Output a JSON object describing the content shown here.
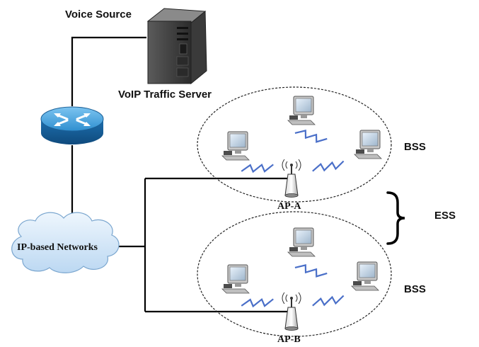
{
  "labels": {
    "voice_source": "Voice Source",
    "server": "VoIP Traffic Server",
    "network": "IP-based Networks",
    "ap_a": "AP-A",
    "ap_b": "AP-B",
    "bss_top": "BSS",
    "bss_bottom": "BSS",
    "ess": "ESS"
  },
  "colors": {
    "router": "#2f8fd0",
    "cloud": "#cfe4f6",
    "wireless": "#4a6fc8",
    "lines": "#000000"
  },
  "icons": [
    "server-icon",
    "router-icon",
    "cloud-icon",
    "access-point-icon",
    "computer-icon",
    "wireless-signal-icon",
    "brace-icon"
  ]
}
